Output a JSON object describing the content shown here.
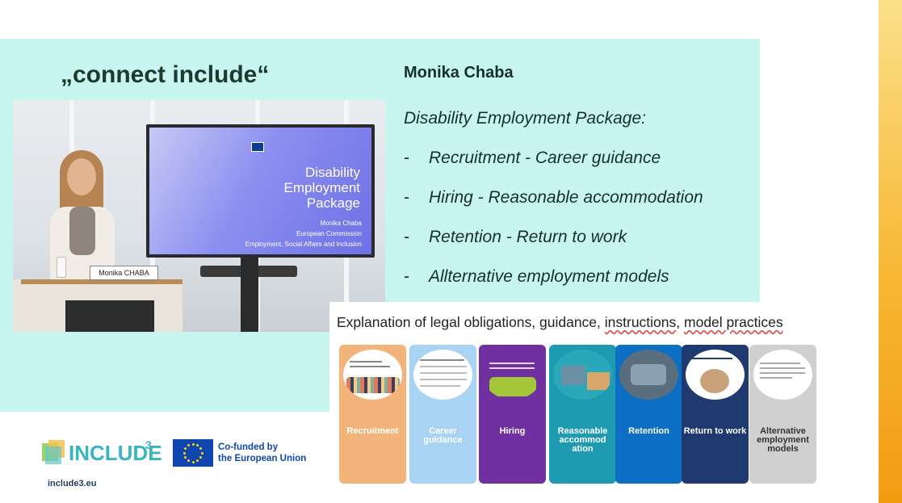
{
  "slide": {
    "title": "„connect include“",
    "speaker": "Monika Chaba",
    "package_title": "Disability Employment Package:",
    "bullets": [
      {
        "dash": "-",
        "text": "Recruitment - Career guidance"
      },
      {
        "dash": "-",
        "text": "Hiring - Reasonable accommodation"
      },
      {
        "dash": "-",
        "text": "Retention - Return to work"
      },
      {
        "dash": "-",
        "text": "Allternative employment models"
      }
    ]
  },
  "photo": {
    "screen_title_1": "Disability",
    "screen_title_2": "Employment",
    "screen_title_3": "Package",
    "screen_name": "Monika Chaba",
    "screen_org": "European Commission",
    "screen_dept": "Employment, Social Affairs and Inclusion",
    "nameplate": "Monika CHABA"
  },
  "explanation": {
    "title_part1": "Explanation of legal obligations, guidance, ",
    "title_underlined1": "instructions",
    "title_part2": ", ",
    "title_underlined2": "model practices",
    "cards": [
      {
        "label": "Recruitment",
        "color": "#f3b47b"
      },
      {
        "label": "Career guidance",
        "color": "#a9d3f2"
      },
      {
        "label": "Hiring",
        "color": "#7030a0"
      },
      {
        "label": "Reasonable accommod ation",
        "color": "#1e9bb0"
      },
      {
        "label": "Retention",
        "color": "#0c6fc4"
      },
      {
        "label": "Return to work",
        "color": "#1f3a6e"
      },
      {
        "label": "Alternative employment models",
        "color": "#d0d0d0"
      }
    ]
  },
  "footer": {
    "logo_text": "INCLUDE",
    "logo_sup": "3",
    "site": "include3.eu",
    "eu_line1": "Co-funded by",
    "eu_line2": "the European Union"
  },
  "colors": {
    "teal_background": "#c9f5f1",
    "accent_stripe": "#f7b733",
    "text_dark": "#14302a"
  }
}
